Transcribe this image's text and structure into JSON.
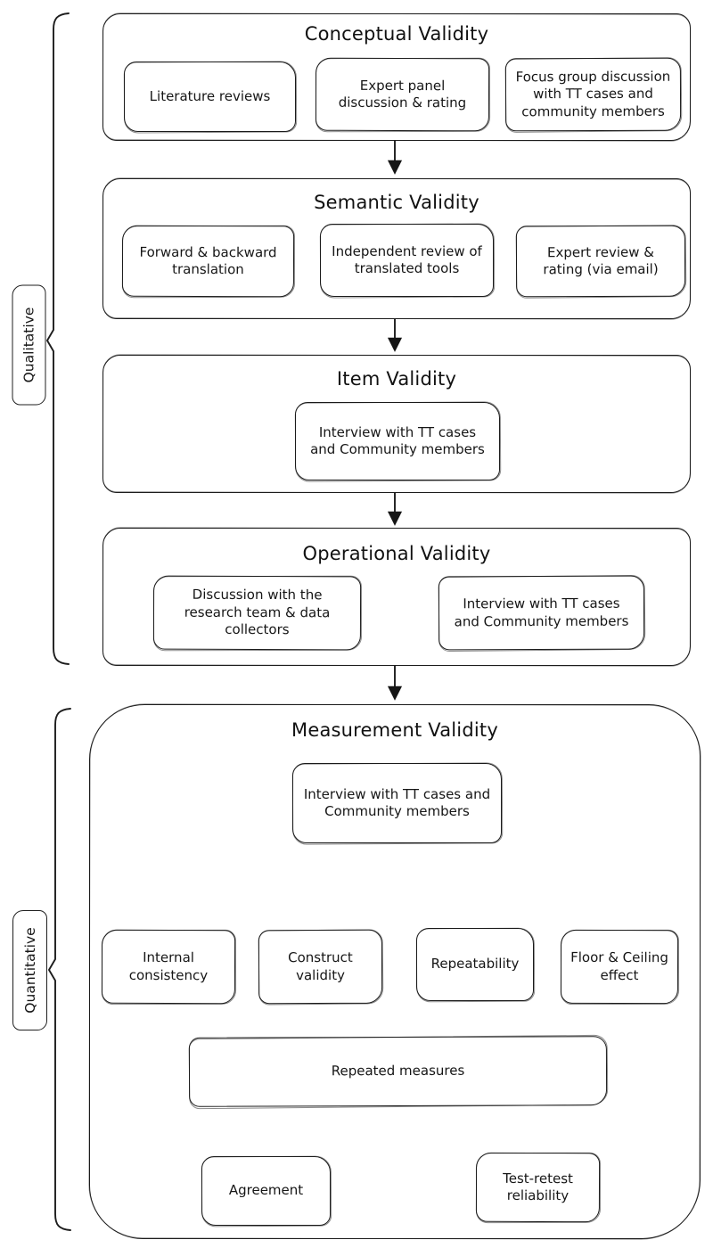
{
  "side_labels": {
    "qualitative": "Qualitative",
    "quantitative": "Quantitative"
  },
  "sections": {
    "conceptual": {
      "title": "Conceptual Validity",
      "items": {
        "literature": "Literature reviews",
        "expert_panel": "Expert panel discussion & rating",
        "focus_group": "Focus group discussion with TT cases and community members"
      }
    },
    "semantic": {
      "title": "Semantic Validity",
      "items": {
        "translation": "Forward & backward translation",
        "independent_review": "Independent review of translated tools",
        "expert_review": "Expert review & rating (via email)"
      }
    },
    "item": {
      "title": "Item Validity",
      "items": {
        "interview": "Interview with TT cases and Community members"
      }
    },
    "operational": {
      "title": "Operational Validity",
      "items": {
        "discussion": "Discussion with the research team & data collectors",
        "interview": "Interview with TT cases and Community members"
      }
    },
    "measurement": {
      "title": "Measurement Validity",
      "items": {
        "interview": "Interview with TT cases and Community members",
        "internal_consistency": "Internal consistency",
        "construct_validity": "Construct validity",
        "repeatability": "Repeatability",
        "floor_ceiling": "Floor & Ceiling effect",
        "repeated_measures": "Repeated measures",
        "agreement": "Agreement",
        "test_retest": "Test-retest reliability"
      }
    }
  },
  "colors": {
    "stroke": "#1c1c1c",
    "background": "#ffffff"
  }
}
